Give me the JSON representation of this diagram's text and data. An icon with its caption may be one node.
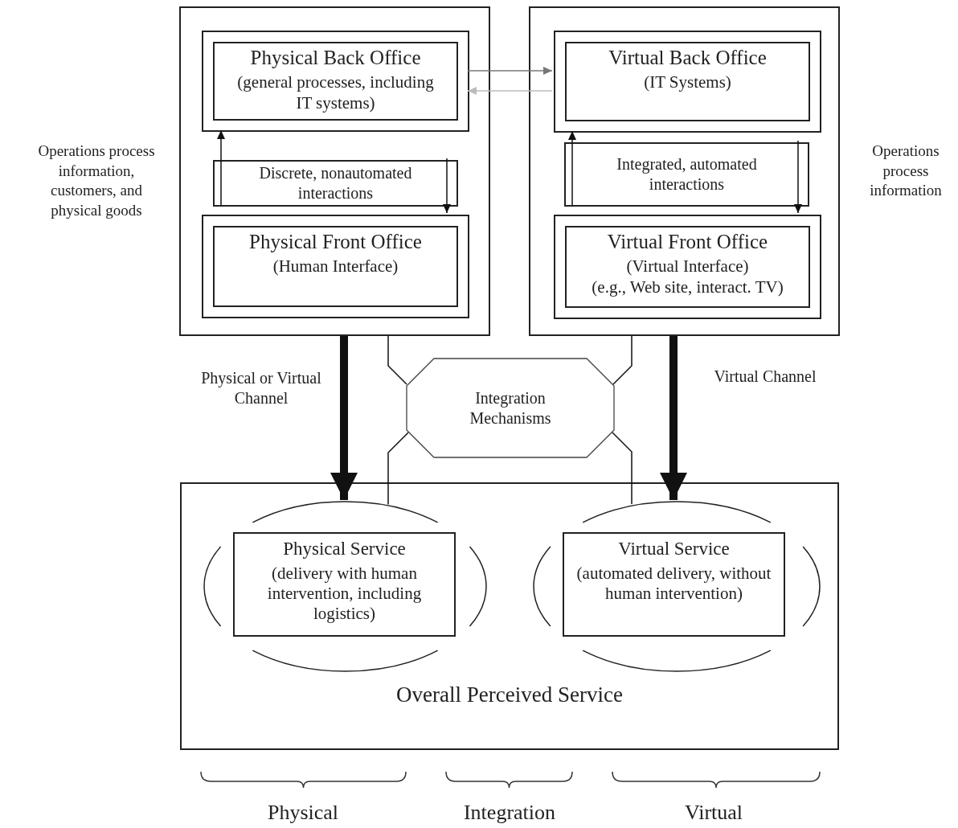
{
  "diagram": {
    "nodes": [
      {
        "text": [],
        "shape": "box"
      },
      {
        "text": [
          "Physical Back Office",
          "(general processes, including IT systems)"
        ],
        "in": 0
      },
      {
        "text": [
          "Discrete, nonautomated interactions"
        ],
        "in": 0
      },
      {
        "text": [
          "Physical Front Office",
          "(Human Interface)"
        ],
        "in": 0
      },
      {
        "text": [],
        "shape": "box"
      },
      {
        "text": [
          "Virtual Back Office",
          "(IT Systems)"
        ],
        "in": 4
      },
      {
        "text": [
          "Integrated, automated interactions"
        ],
        "in": 4
      },
      {
        "text": [
          "Virtual Front Office",
          "(Virtual Interface)",
          "(e.g., Web site, interact. TV)"
        ],
        "in": 4
      },
      {
        "text": [
          "Integration Mechanisms"
        ]
      },
      {
        "text": [
          "Overall Perceived Service"
        ]
      },
      {
        "text": [],
        "shape": "ellipse",
        "in": 9
      },
      {
        "text": [
          "Physical Service",
          "(delivery with human intervention, including logistics)"
        ],
        "in": 10
      },
      {
        "text": [],
        "shape": "ellipse",
        "in": 9
      },
      {
        "text": [
          "Virtual Service",
          "(automated delivery, without human intervention)"
        ],
        "in": 12
      }
    ],
    "edges": [
      {
        "from": 0,
        "to": 10,
        "arrow": "to",
        "style": "thick",
        "label": "Physical or Virtual Channel"
      },
      {
        "from": 4,
        "to": 12,
        "arrow": "to",
        "style": "thick",
        "label": "Virtual Channel"
      },
      {
        "from": 0,
        "to": 8,
        "arrow": "none"
      },
      {
        "from": 4,
        "to": 8,
        "arrow": "none"
      },
      {
        "from": 8,
        "to": 10,
        "arrow": "none"
      },
      {
        "from": 8,
        "to": 12,
        "arrow": "none"
      },
      {
        "from": 1,
        "to": 5,
        "arrow": "to",
        "color": "#777777"
      },
      {
        "from": 5,
        "to": 1,
        "arrow": "to",
        "color": "#bbbbbb"
      },
      {
        "from": 2,
        "to": 1,
        "arrow": "to"
      },
      {
        "from": 2,
        "to": 3,
        "arrow": "to"
      },
      {
        "from": 6,
        "to": 5,
        "arrow": "to"
      },
      {
        "from": 6,
        "to": 7,
        "arrow": "to"
      }
    ],
    "labels": [
      "Operations process information, customers, and physical goods",
      "Operations process information",
      "Physical",
      "Integration",
      "Virtual"
    ]
  }
}
